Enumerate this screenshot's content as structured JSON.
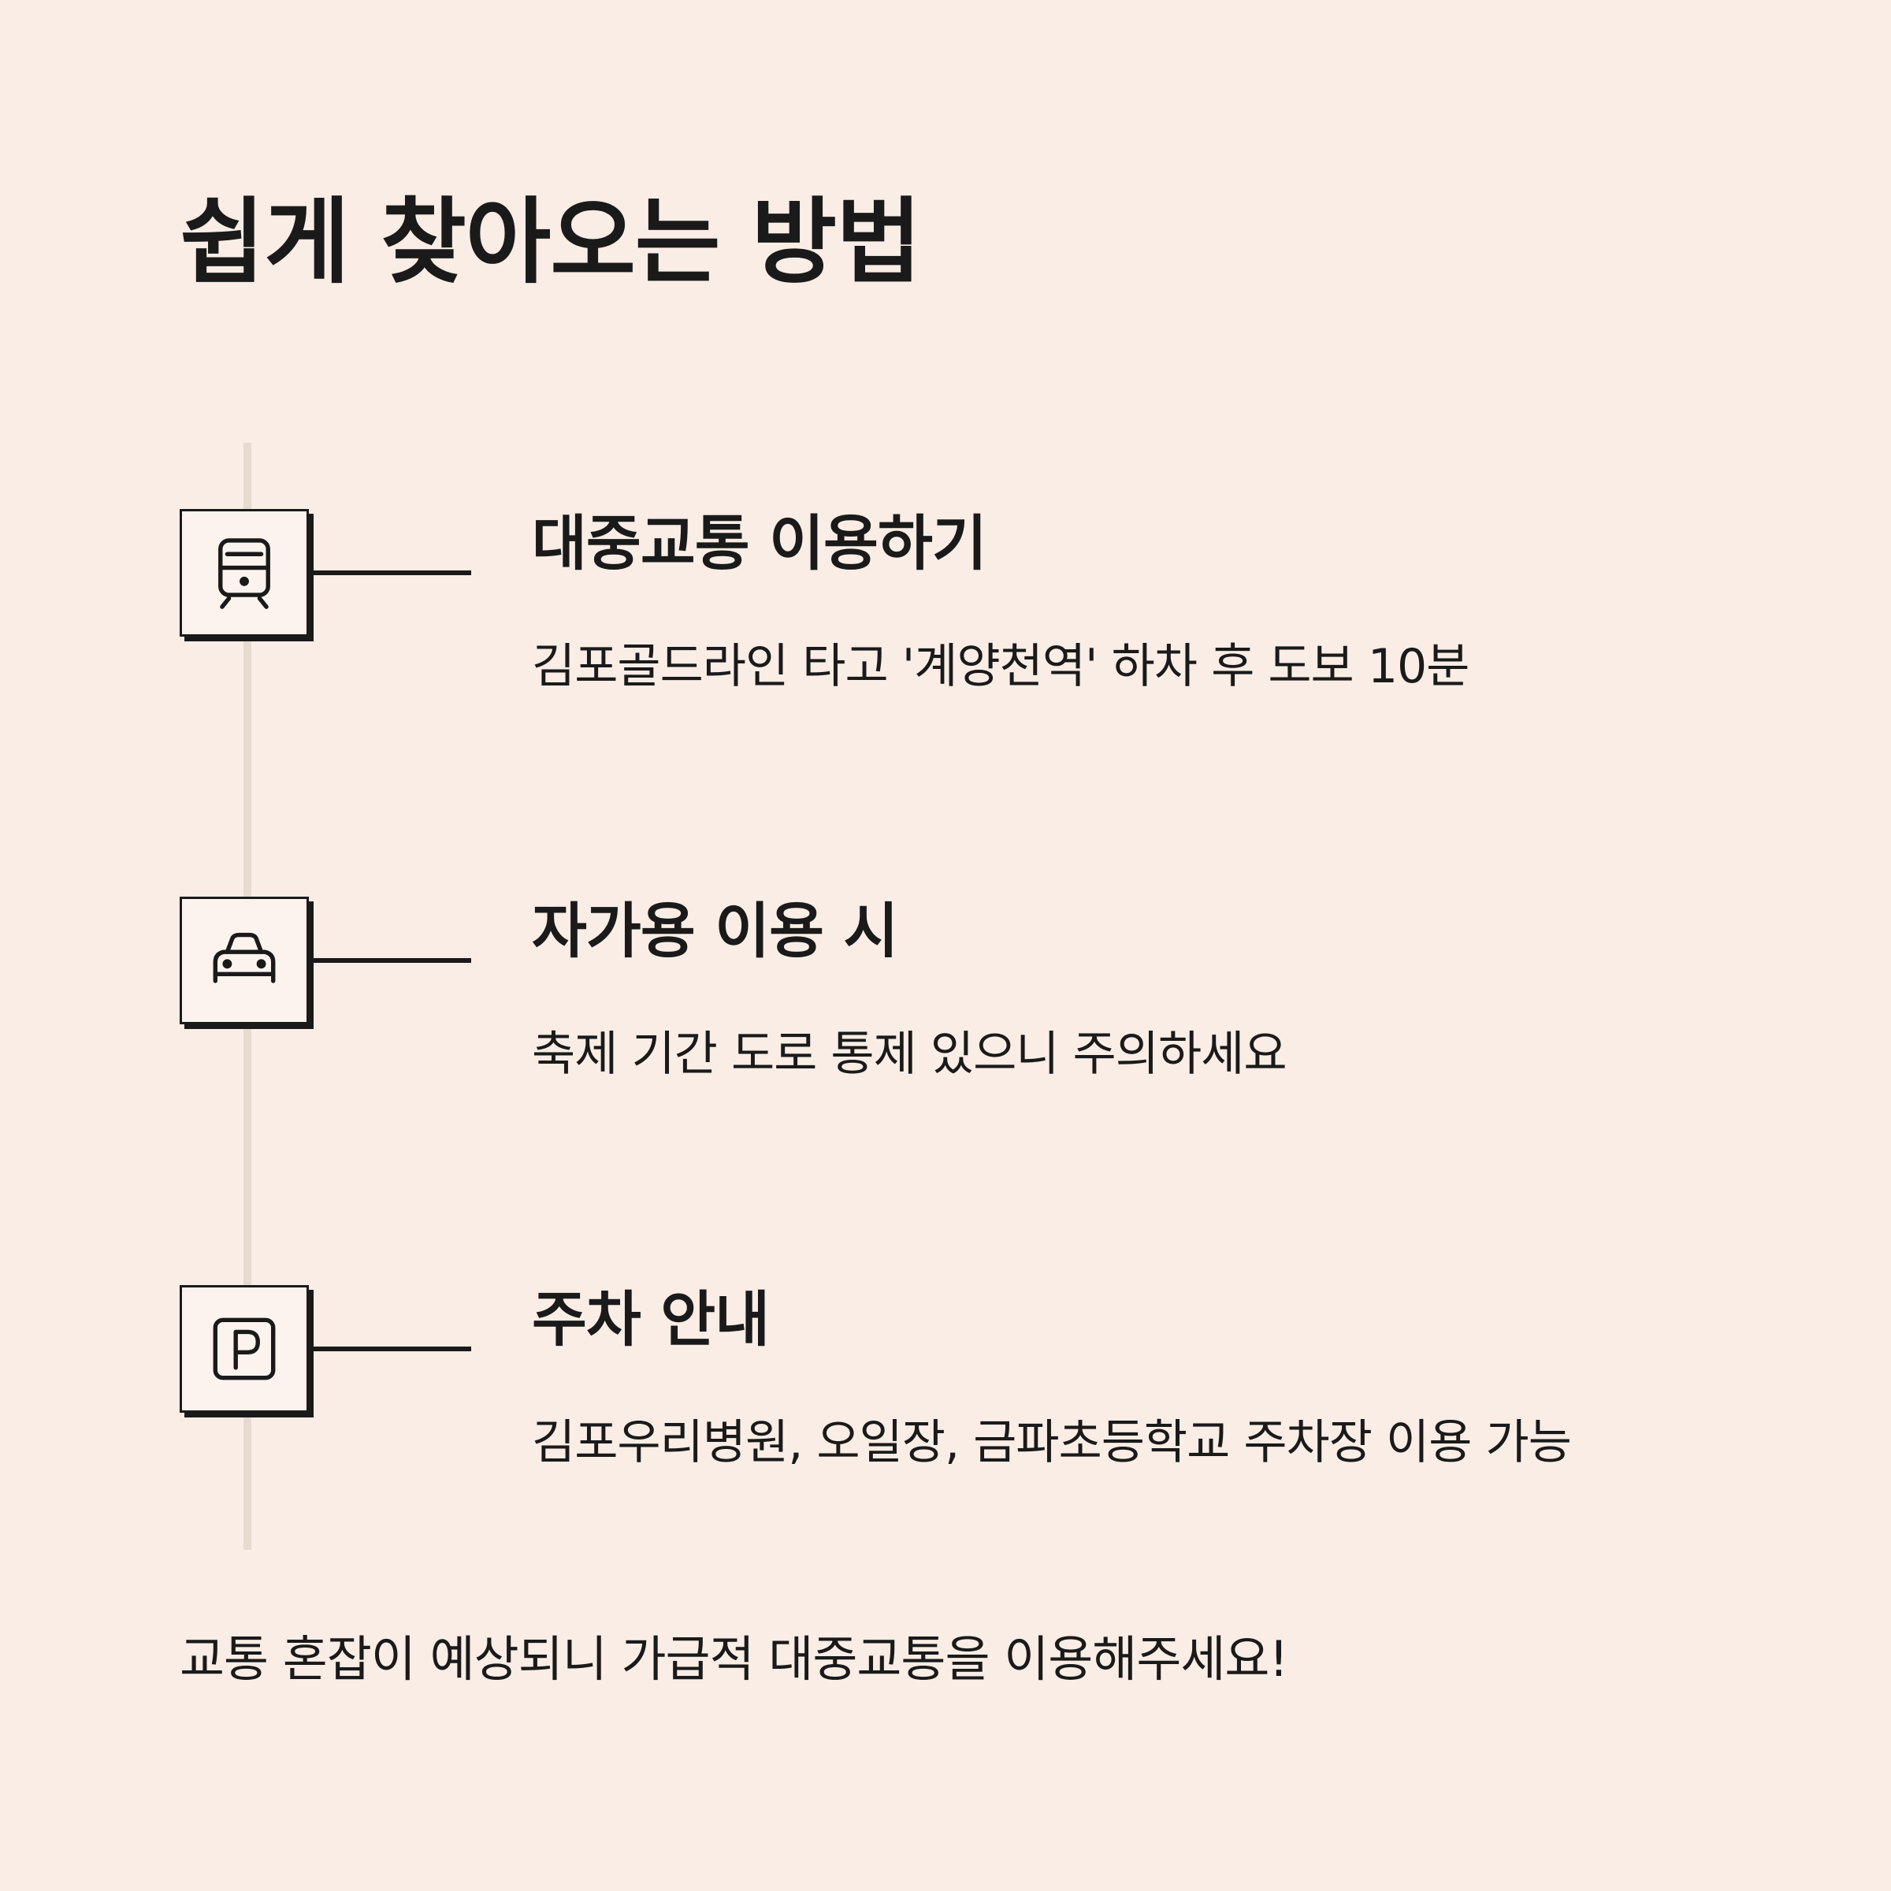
{
  "title": "쉽게 찾아오는 방법",
  "items": [
    {
      "icon": "train-icon",
      "title": "대중교통 이용하기",
      "description": "김포골드라인 타고 '계양천역' 하차 후 도보 10분"
    },
    {
      "icon": "car-icon",
      "title": "자가용 이용 시",
      "description": "축제 기간 도로 통제 있으니 주의하세요"
    },
    {
      "icon": "parking-icon",
      "title": "주차 안내",
      "description": "김포우리병원, 오일장, 금파초등학교 주차장 이용 가능"
    }
  ],
  "footer": "교통 혼잡이 예상되니 가급적 대중교통을 이용해주세요!",
  "colors": {
    "background": "#F9EDE5",
    "text": "#1a1a1a",
    "timeline": "#E6DAD1"
  }
}
